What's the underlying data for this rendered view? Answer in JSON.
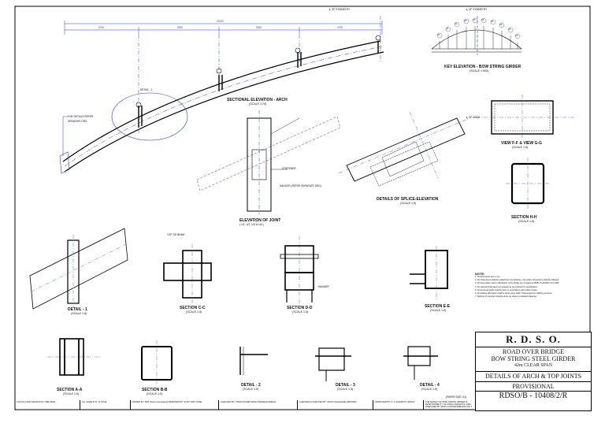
{
  "labels": {
    "symmetry_1": "℄ OF SYMMETRY",
    "symmetry_2": "℄ OF SYMMETRY",
    "detail1_callout": "DETAIL - 1",
    "for_details": "FOR DETAILS REFER",
    "separate_drg": "SEPARATE DRG",
    "arch_label": "℄ OF ARCH",
    "stiffener": "STIFFENER",
    "hanger": "HANGER",
    "hanger_sep": "HANGER (REFER SEPARATE DRG)",
    "top_tie_beam": "TOP TIE BEAM",
    "dim_total": "21000",
    "dim_a": "5750",
    "dim_b": "5250",
    "dim_c": "5250",
    "dim_d": "4750"
  },
  "views": [
    {
      "title": "SECTIONAL ELEVATION - ARCH",
      "scale": "(SCALE 1:75)"
    },
    {
      "title": "KEY ELEVATION - BOW STRING GIRDER",
      "scale": "(SCALE 1:500)"
    },
    {
      "title": "ELEVATION OF JOINT",
      "scale": "( U1, U2, U3 & U4 )"
    },
    {
      "title": "DETAILS OF SPLICE-ELEVATION",
      "scale": "(SCALE 1:5)"
    },
    {
      "title": "VIEW F-F & VIEW G-G",
      "scale": "(SCALE 1:5)"
    },
    {
      "title": "SECTION H-H",
      "scale": "(SCALE 1:5)"
    },
    {
      "title": "DETAIL - 1",
      "scale": "(SCALE 1:5)"
    },
    {
      "title": "SECTION C-C",
      "scale": "(SCALE 1:5)"
    },
    {
      "title": "SECTION D-D",
      "scale": "(SCALE 1:5)"
    },
    {
      "title": "SECTION E-E",
      "scale": "(SCALE 1:5)"
    },
    {
      "title": "SECTION A-A",
      "scale": "(SCALE 1:5)"
    },
    {
      "title": "SECTION B-B",
      "scale": "(SCALE 1:5)"
    },
    {
      "title": "DETAIL - 2",
      "scale": "(SCALE 1:5)"
    },
    {
      "title": "DETAIL - 3",
      "scale": "(SCALE 1:5)"
    },
    {
      "title": "DETAIL - 4",
      "scale": "(SCALE 1:5)"
    }
  ],
  "key_nodes": [
    "U1",
    "U2",
    "U3",
    "U4",
    "U5",
    "U6",
    "U5",
    "U4",
    "U3",
    "U2",
    "U1"
  ],
  "notes": {
    "heading": "NOTE:",
    "items": [
      "1.  All dimensions are in mm.",
      "2.  No dimensions shall be scaled from the drawing, only written dimensions shall be followed.",
      "3.  All steel plates used in fabrication of the bridge are of grade E-250B / Fe410WA of IS 2062.",
      "4.  All material shall pass test analysis as per relevant IS specification.",
      "5.  All structural welds shall be done in accordance with Indian Codes.",
      "6.  All welding fabrication shall be done using SAW / Submerged Arc Welding process.",
      "7.  Splicing of members shall be done as shown in detailed drawings."
    ]
  },
  "title_block": {
    "org": "R.   D.   S.   O.",
    "line1": "ROAD OVER BRIDGE",
    "line2": "BOW STRING STEEL GIRDER",
    "line3": "42m CLEAR SPAN",
    "line4": "DETAILS OF ARCH & TOP JOINTS",
    "status": "PROVISIONAL",
    "drg_no": "RDSO/B - 10408/2/R",
    "paper": "(PAPER SIZE: A1)"
  },
  "strip": [
    "CALCULATION DESIGN NO: CBS 09/29",
    "ALL LEVELS IN : R.L/M.M",
    "DRAWN BY: SRS (Senior Associates)  DESIGNED BY: VIJAY KIRTI (SSE)",
    "CHECKED BY: VIVEK KUMAR SINGH PEDDIHAIHRIDHA",
    "CHECKED & CHECKED BY: ARUN CHHAGHDE (DIR/DRS)",
    "APPROVED BY: A. K. DADARYA, (EDSC)",
    "THE DESIGN OF BOW STRING GIRDER IS RESPONSIBILITY OF ZONAL RAILWAYS. DRG. PREPARED BY RDSO FOR REFERENCE ONLY."
  ]
}
